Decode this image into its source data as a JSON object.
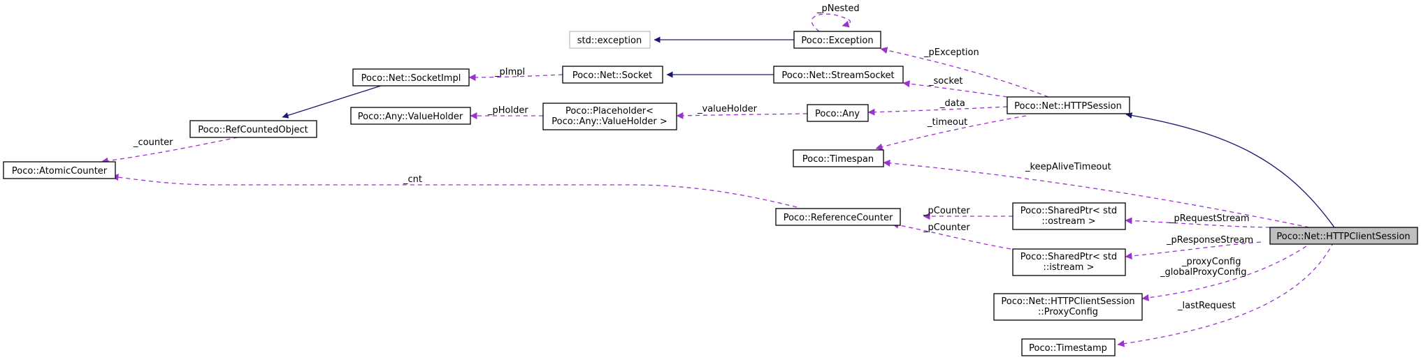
{
  "diagram": {
    "nodes": {
      "std_exception": {
        "lines": [
          "std::exception"
        ]
      },
      "poco_exception": {
        "lines": [
          "Poco::Exception"
        ]
      },
      "socket_impl": {
        "lines": [
          "Poco::Net::SocketImpl"
        ]
      },
      "net_socket": {
        "lines": [
          "Poco::Net::Socket"
        ]
      },
      "stream_socket": {
        "lines": [
          "Poco::Net::StreamSocket"
        ]
      },
      "value_holder": {
        "lines": [
          "Poco::Any::ValueHolder"
        ]
      },
      "placeholder": {
        "lines": [
          "Poco::Placeholder<",
          "Poco::Any::ValueHolder >"
        ]
      },
      "poco_any": {
        "lines": [
          "Poco::Any"
        ]
      },
      "http_session": {
        "lines": [
          "Poco::Net::HTTPSession"
        ]
      },
      "ref_counted_object": {
        "lines": [
          "Poco::RefCountedObject"
        ]
      },
      "atomic_counter": {
        "lines": [
          "Poco::AtomicCounter"
        ]
      },
      "timespan": {
        "lines": [
          "Poco::Timespan"
        ]
      },
      "reference_counter": {
        "lines": [
          "Poco::ReferenceCounter"
        ]
      },
      "sharedptr_ostream": {
        "lines": [
          "Poco::SharedPtr< std",
          "::ostream >"
        ]
      },
      "sharedptr_istream": {
        "lines": [
          "Poco::SharedPtr< std",
          "::istream >"
        ]
      },
      "http_client_session": {
        "lines": [
          "Poco::Net::HTTPClientSession"
        ]
      },
      "proxy_config": {
        "lines": [
          "Poco::Net::HTTPClientSession",
          "::ProxyConfig"
        ]
      },
      "timestamp": {
        "lines": [
          "Poco::Timestamp"
        ]
      }
    },
    "edge_labels": {
      "pNested": "_pNested",
      "pException": "_pException",
      "pImpl": "_pImpl",
      "socket": "_socket",
      "pHolder": "_pHolder",
      "valueHolder": "_valueHolder",
      "data": "_data",
      "timeout": "_timeout",
      "counter": "_counter",
      "cnt": "_cnt",
      "keepAliveTimeout": "_keepAliveTimeout",
      "pCounter_out": "_pCounter",
      "pCounter_in": "_pCounter",
      "pRequestStream": "_pRequestStream",
      "pResponseStream": "_pResponseStream",
      "proxyConfig": "_proxyConfig",
      "globalProxyConfig": "_globalProxyConfig",
      "lastRequest": "_lastRequest"
    },
    "colors": {
      "inheritance_edge": "#191970",
      "usage_edge": "#9a32cd",
      "external_border": "#bfbfbf",
      "focus_fill": "#bfbfbf"
    }
  }
}
